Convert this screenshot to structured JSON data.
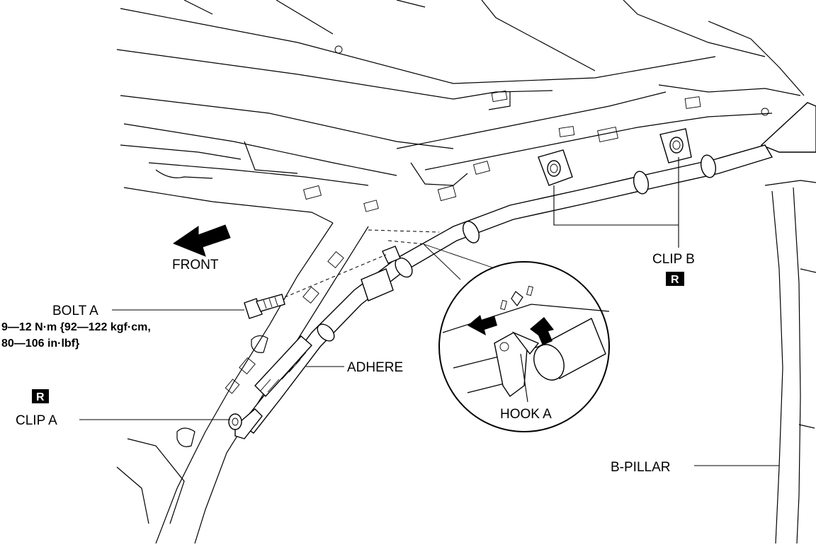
{
  "labels": {
    "front": "FRONT",
    "bolt_a": "BOLT A",
    "torque_line1": "9—12 N·m {92—122 kgf·cm,",
    "torque_line2": "80—106 in·lbf}",
    "adhere": "ADHERE",
    "clip_a": "CLIP A",
    "clip_b": "CLIP B",
    "hook_a": "HOOK A",
    "b_pillar": "B-PILLAR",
    "replace_mark": "R"
  },
  "icons": {
    "front_arrow": "front-direction-arrow-icon",
    "replace_badge": "replace-part-badge-icon"
  }
}
